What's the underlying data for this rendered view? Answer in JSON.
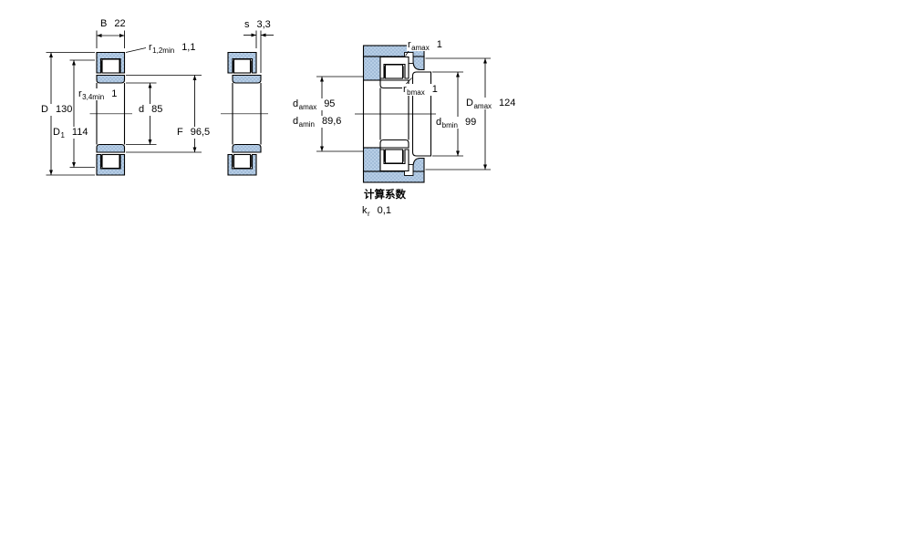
{
  "figure": {
    "left_view": {
      "B": {
        "sym": "B",
        "val": "22"
      },
      "r12": {
        "sym": "r",
        "sub": "1,2min",
        "val": "1,1"
      },
      "D": {
        "sym": "D",
        "val": "130"
      },
      "D1": {
        "sym": "D",
        "sub": "1",
        "val": "114"
      },
      "r34": {
        "sym": "r",
        "sub": "3,4min",
        "val": "1"
      },
      "d": {
        "sym": "d",
        "val": "85"
      },
      "F": {
        "sym": "F",
        "val": "96,5"
      }
    },
    "middle_view": {
      "s": {
        "sym": "s",
        "val": "3,3"
      }
    },
    "right_view": {
      "r_amax": {
        "sym": "r",
        "sub": "amax",
        "val": "1"
      },
      "r_bmax": {
        "sym": "r",
        "sub": "bmax",
        "val": "1"
      },
      "d_amax": {
        "sym": "d",
        "sub": "amax",
        "val": "95"
      },
      "d_amin": {
        "sym": "d",
        "sub": "amin",
        "val": "89,6"
      },
      "d_bmin": {
        "sym": "d",
        "sub": "bmin",
        "val": "99"
      },
      "D_amax": {
        "sym": "D",
        "sub": "amax",
        "val": "124"
      }
    },
    "calculation_factors": {
      "heading": "计算系数",
      "k_r": {
        "sym": "k",
        "sub": "r",
        "val": "0,1"
      }
    },
    "colors": {
      "steel_fill": "#b7cee6",
      "steel_dot": "#87a6c7",
      "line": "#000000"
    }
  }
}
